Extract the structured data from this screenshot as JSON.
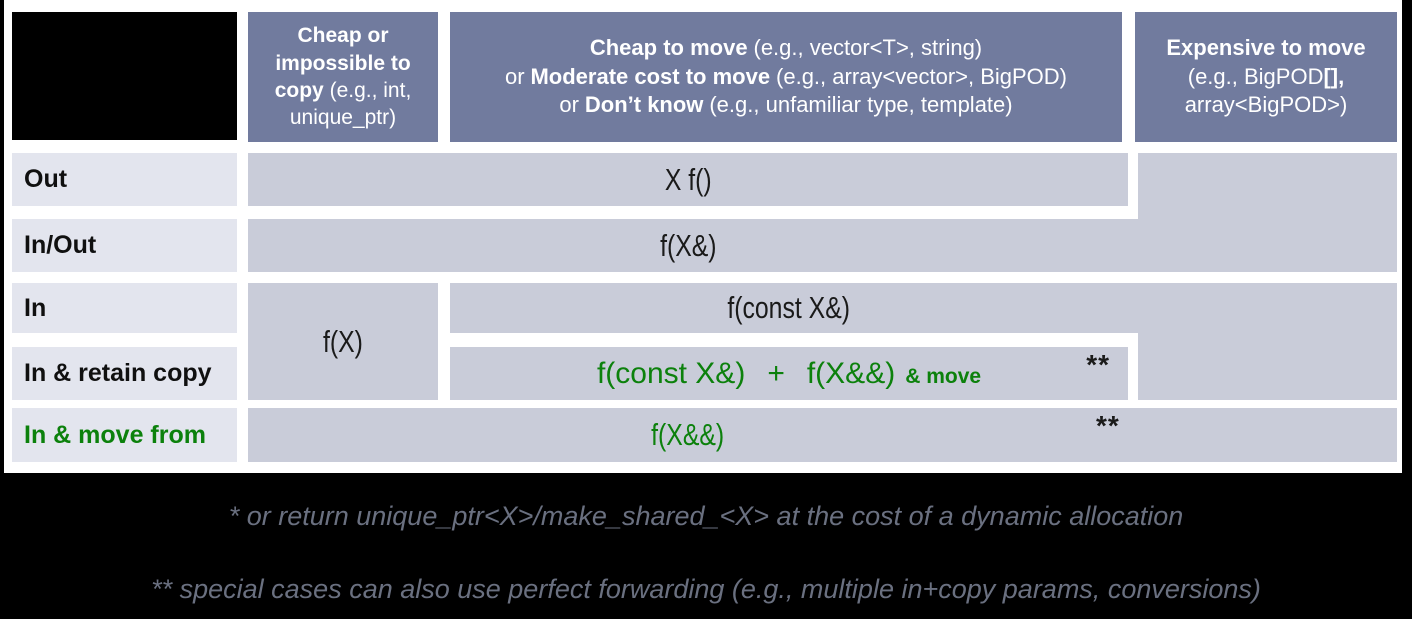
{
  "colors": {
    "header_bg": "#717b9e",
    "cell_bg": "#c9ccd9",
    "row_label_bg": "#e3e5ee",
    "green": "#0c810c",
    "footnote_text": "#6a7080",
    "letterbox": "#000000"
  },
  "headers": {
    "cheap_copy_bold": "Cheap or impossible to copy",
    "cheap_copy_rest": "(e.g., int, unique_ptr)",
    "move_l1_bold": "Cheap to move",
    "move_l1_rest": "(e.g., vector<T>, string)",
    "move_l2_pre": "or",
    "move_l2_bold": "Moderate cost to move",
    "move_l2_rest": "(e.g., array<vector>, BigPOD)",
    "move_l3_pre": "or",
    "move_l3_bold": "Don’t know",
    "move_l3_rest": "(e.g., unfamiliar type, template)",
    "exp_l1": "Expensive to move",
    "exp_l2a": "(e.g., BigPOD",
    "exp_l2b": "[],",
    "exp_l3": "array<BigPOD>)"
  },
  "rows": [
    "Out",
    "In/Out",
    "In",
    "In & retain copy",
    "In & move from"
  ],
  "cells": {
    "out": "X f()",
    "in_out": "f(X&)",
    "in_cheap": "f(X)",
    "in_rest": "f(const X&)",
    "retain_first": "f(const X&)",
    "retain_plus": "+",
    "retain_second": "f(X&&)",
    "retain_note": "& move",
    "retain_stars": "**",
    "move_from": "f(X&&)",
    "move_stars": "**"
  },
  "footnotes": {
    "first": "* or return unique_ptr<X>/make_shared_<X> at the cost of a dynamic allocation",
    "second": "** special cases can also use perfect forwarding (e.g., multiple in+copy params, conversions)"
  }
}
